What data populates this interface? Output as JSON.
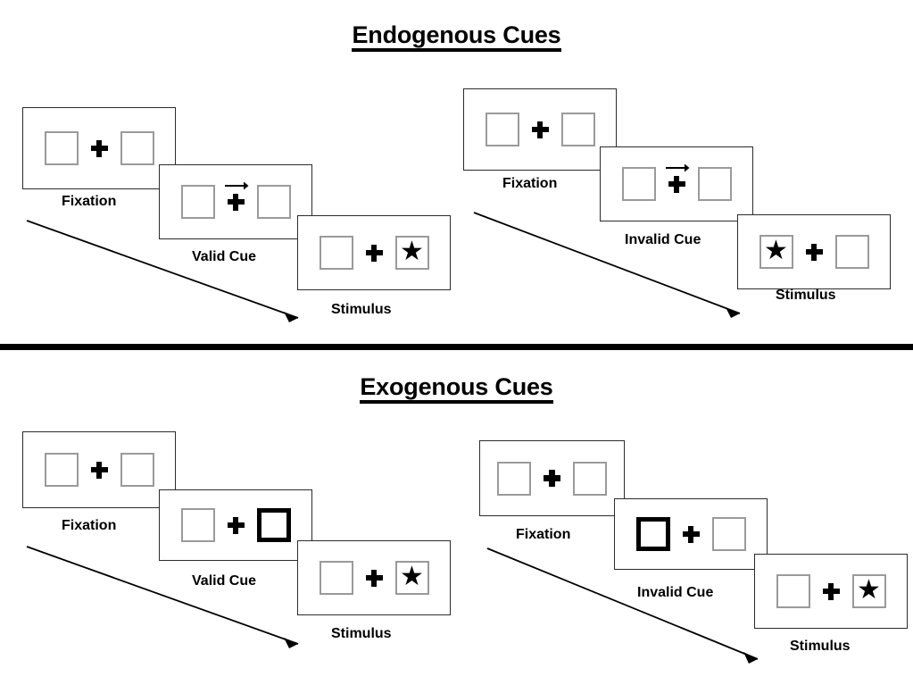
{
  "figure": {
    "title_endogenous": "Endogenous Cues",
    "title_exogenous": "Exogenous Cues",
    "colors": {
      "frame_border": "#2b2b2b",
      "placeholder_border": "#9a9a9a",
      "highlight_border": "#000000",
      "ink": "#000000",
      "background": "#ffffff"
    }
  },
  "sections": [
    {
      "id": "endogenous",
      "title": "Endogenous Cues",
      "conditions": [
        {
          "id": "endo-valid",
          "name": "valid",
          "frames": [
            {
              "caption": "Fixation",
              "left_box": "empty",
              "right_box": "empty",
              "center": "plus",
              "cue": "none"
            },
            {
              "caption": "Valid Cue",
              "left_box": "empty",
              "right_box": "empty",
              "center": "plus",
              "cue": "arrow-right"
            },
            {
              "caption": "Stimulus",
              "left_box": "empty",
              "right_box": "star",
              "center": "plus",
              "cue": "none"
            }
          ]
        },
        {
          "id": "endo-invalid",
          "name": "invalid",
          "frames": [
            {
              "caption": "Fixation",
              "left_box": "empty",
              "right_box": "empty",
              "center": "plus",
              "cue": "none"
            },
            {
              "caption": "Invalid Cue",
              "left_box": "empty",
              "right_box": "empty",
              "center": "plus",
              "cue": "arrow-right"
            },
            {
              "caption": "Stimulus",
              "left_box": "star",
              "right_box": "empty",
              "center": "plus",
              "cue": "none"
            }
          ]
        }
      ]
    },
    {
      "id": "exogenous",
      "title": "Exogenous Cues",
      "conditions": [
        {
          "id": "exo-valid",
          "name": "valid",
          "frames": [
            {
              "caption": "Fixation",
              "left_box": "empty",
              "right_box": "empty",
              "center": "plus",
              "cue": "none"
            },
            {
              "caption": "Valid Cue",
              "left_box": "empty",
              "right_box": "highlight",
              "center": "plus",
              "cue": "none"
            },
            {
              "caption": "Stimulus",
              "left_box": "empty",
              "right_box": "star",
              "center": "plus",
              "cue": "none"
            }
          ]
        },
        {
          "id": "exo-invalid",
          "name": "invalid",
          "frames": [
            {
              "caption": "Fixation",
              "left_box": "empty",
              "right_box": "empty",
              "center": "plus",
              "cue": "none"
            },
            {
              "caption": "Invalid Cue",
              "left_box": "highlight",
              "right_box": "empty",
              "center": "plus",
              "cue": "none"
            },
            {
              "caption": "Stimulus",
              "left_box": "empty",
              "right_box": "star",
              "center": "plus",
              "cue": "none"
            }
          ]
        }
      ]
    }
  ],
  "glyphs": {
    "star": "★",
    "fixation_cross": "plus-shape",
    "cue_arrow": "arrow-right",
    "time_arrow": "diagonal-arrow-down-right"
  },
  "captions": {
    "fixation": "Fixation",
    "valid_cue": "Valid Cue",
    "invalid_cue": "Invalid Cue",
    "stimulus": "Stimulus"
  }
}
